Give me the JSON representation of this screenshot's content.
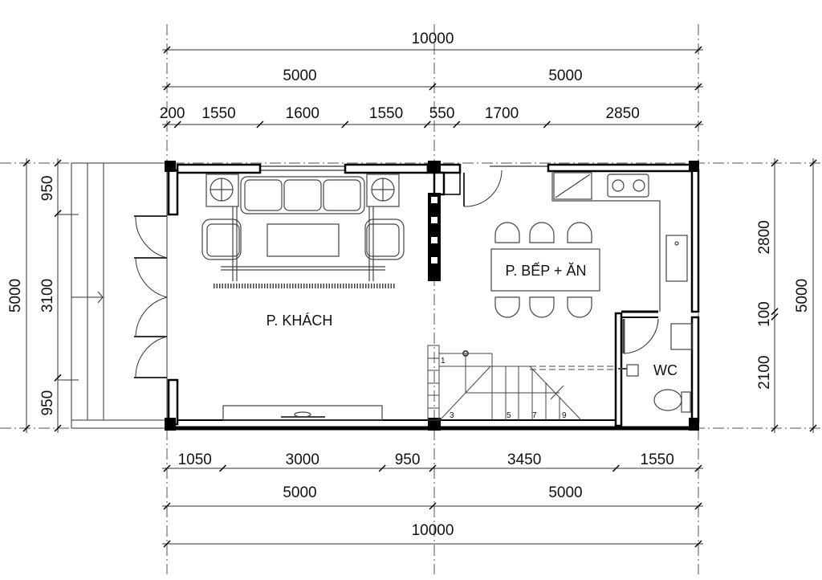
{
  "dimensions": {
    "top_total": [
      "10000"
    ],
    "top_half": [
      "5000",
      "5000"
    ],
    "top_detail": [
      "200",
      "1550",
      "1600",
      "1550",
      "550",
      "1700",
      "2850"
    ],
    "bottom_detail": [
      "1050",
      "3000",
      "950",
      "3450",
      "1550"
    ],
    "bottom_half": [
      "5000",
      "5000"
    ],
    "bottom_total": [
      "10000"
    ],
    "left_total": [
      "5000"
    ],
    "left_detail": [
      "950",
      "3100",
      "950"
    ],
    "right_detail": [
      "2800",
      "100",
      "2100"
    ],
    "right_total": [
      "5000"
    ]
  },
  "rooms": {
    "living": "P. KHÁCH",
    "kitchen": "P. BẾP + ĂN",
    "wc": "WC"
  },
  "stair_numbers": [
    "1",
    "3",
    "5",
    "7",
    "9"
  ]
}
